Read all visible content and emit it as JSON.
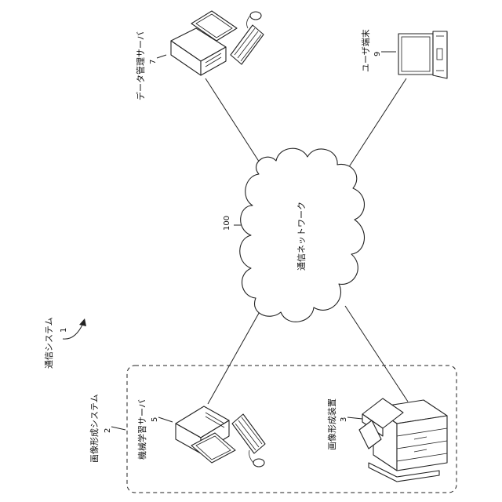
{
  "diagram": {
    "system": {
      "label": "通信システム",
      "number": "1"
    },
    "image_forming_system": {
      "label": "画像形成システム",
      "number": "2"
    },
    "network": {
      "label": "通信ネットワーク",
      "number": "100"
    },
    "data_server": {
      "label": "データ管理サーバ",
      "number": "7"
    },
    "user_terminal": {
      "label": "ユーザ端末",
      "number": "9"
    },
    "ml_server": {
      "label": "機械学習サーバ",
      "number": "5"
    },
    "image_forming_device": {
      "label": "画像形成装置",
      "number": "3"
    }
  }
}
